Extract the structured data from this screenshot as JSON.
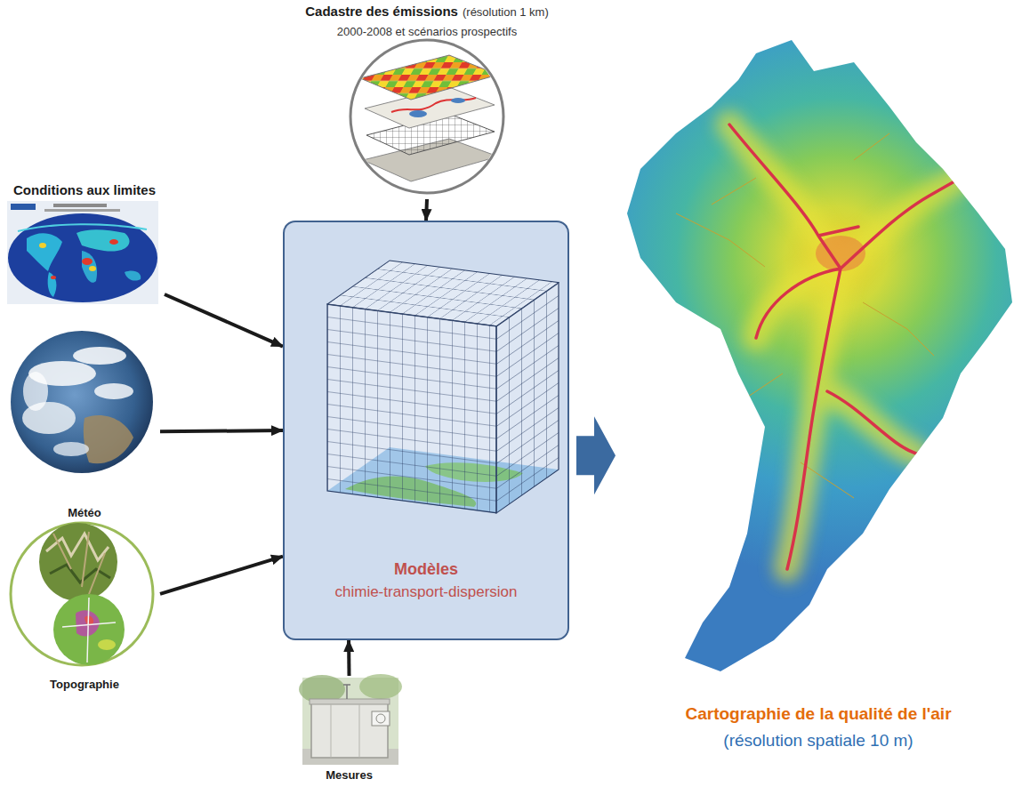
{
  "diagram": {
    "nodes": [
      {
        "text": [
          "Cadastre des émissions",
          "(résolution 1 km)",
          "2000-2008 et scénarios prospectifs"
        ]
      },
      {
        "text": [
          "Conditions aux limites"
        ]
      },
      {
        "text": [
          "Météo"
        ]
      },
      {
        "text": [
          "Topographie"
        ]
      },
      {
        "text": [
          "Modèles",
          "chimie-transport-dispersion"
        ]
      },
      {
        "text": [
          "Mesures"
        ]
      },
      {
        "text": [
          "Cartographie de la qualité de l'air",
          "(résolution spatiale 10 m)"
        ]
      }
    ],
    "edges": [
      {
        "from": 0,
        "to": 4,
        "arrow": "to"
      },
      {
        "from": 1,
        "to": 4,
        "arrow": "to"
      },
      {
        "from": 2,
        "to": 4,
        "arrow": "to"
      },
      {
        "from": 3,
        "to": 4,
        "arrow": "to"
      },
      {
        "from": 5,
        "to": 4,
        "arrow": "to"
      },
      {
        "from": 4,
        "to": 6,
        "arrow": "to"
      }
    ]
  }
}
